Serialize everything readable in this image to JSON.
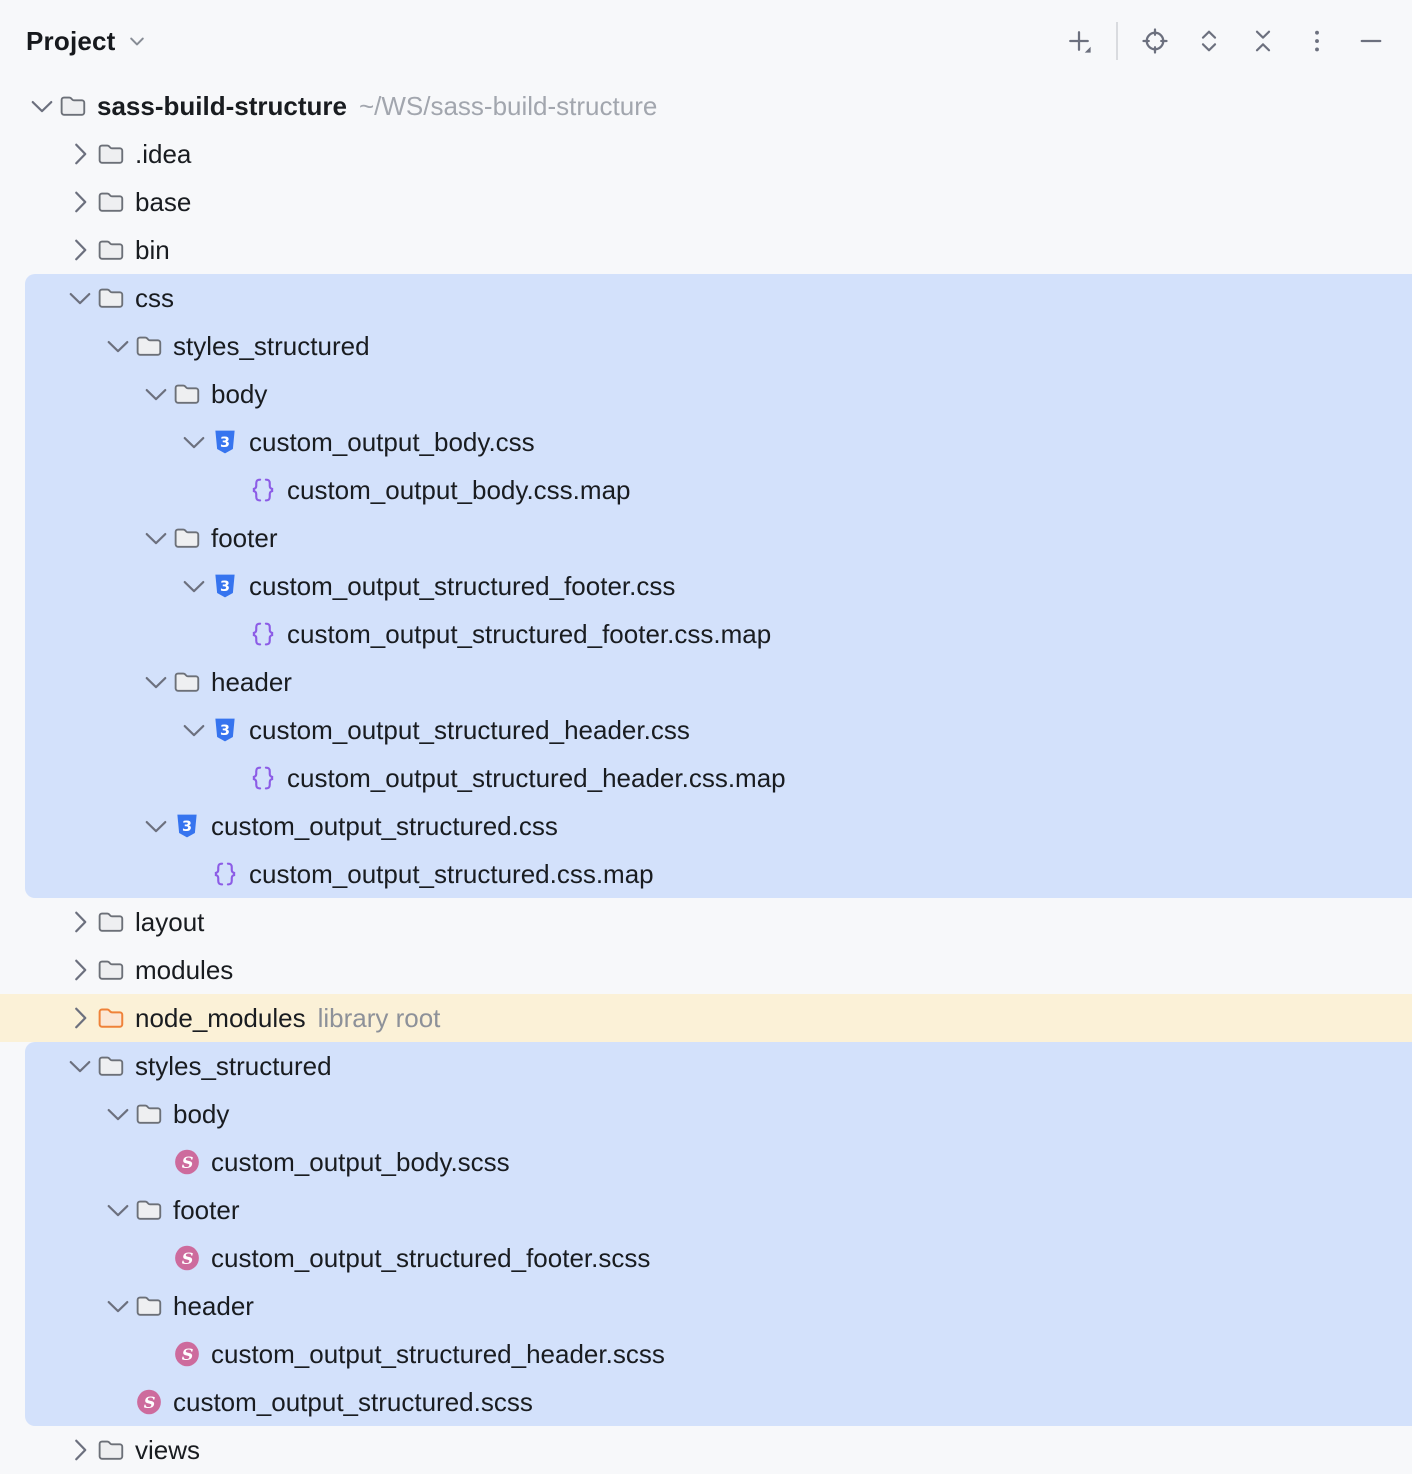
{
  "panel": {
    "title": "Project",
    "toolbar": [
      {
        "name": "add",
        "icon": "plus-dropdown-icon"
      },
      {
        "divider": true
      },
      {
        "name": "select-opened-file",
        "icon": "locate-target-icon"
      },
      {
        "name": "expand-all",
        "icon": "expand-all-icon"
      },
      {
        "name": "collapse-all",
        "icon": "collapse-all-icon"
      },
      {
        "name": "more-options",
        "icon": "kebab-menu-icon"
      },
      {
        "name": "hide-panel",
        "icon": "minus-icon"
      }
    ]
  },
  "colors": {
    "bg": "#F7F8FA",
    "row-selection": "#D3E1FB",
    "row-library": "#FBF1D7",
    "text-primary": "#191C20",
    "text-muted": "#A2A6AE",
    "text-library": "#8D9199",
    "icon-stroke": "#6C707E",
    "folder-fill": "#EEEFF1",
    "folder-stroke": "#6C7078",
    "nm-folder-fill": "#FBE7D5",
    "nm-folder-stroke": "#EF8239",
    "css-blue": "#3674EF",
    "braces-purple": "#8C5CE6",
    "sass-pink": "#CD6B9D",
    "divider": "#D9DBDF"
  },
  "tree": {
    "rows": [
      {
        "label": "sass-build-structure",
        "suffix": "~/WS/sass-build-structure",
        "level": 0,
        "icon": "folder",
        "chevron": "expanded",
        "bold": true,
        "highlight": "none"
      },
      {
        "label": ".idea",
        "level": 1,
        "icon": "folder",
        "chevron": "collapsed",
        "highlight": "none"
      },
      {
        "label": "base",
        "level": 1,
        "icon": "folder",
        "chevron": "collapsed",
        "highlight": "none"
      },
      {
        "label": "bin",
        "level": 1,
        "icon": "folder",
        "chevron": "collapsed",
        "highlight": "none"
      },
      {
        "label": "css",
        "level": 1,
        "icon": "folder",
        "chevron": "expanded",
        "highlight": "selection"
      },
      {
        "label": "styles_structured",
        "level": 2,
        "icon": "folder",
        "chevron": "expanded",
        "highlight": "selection"
      },
      {
        "label": "body",
        "level": 3,
        "icon": "folder",
        "chevron": "expanded",
        "highlight": "selection"
      },
      {
        "label": "custom_output_body.css",
        "level": 4,
        "icon": "css",
        "chevron": "expanded",
        "highlight": "selection"
      },
      {
        "label": "custom_output_body.css.map",
        "level": 5,
        "icon": "braces",
        "chevron": "none",
        "highlight": "selection"
      },
      {
        "label": "footer",
        "level": 3,
        "icon": "folder",
        "chevron": "expanded",
        "highlight": "selection"
      },
      {
        "label": "custom_output_structured_footer.css",
        "level": 4,
        "icon": "css",
        "chevron": "expanded",
        "highlight": "selection"
      },
      {
        "label": "custom_output_structured_footer.css.map",
        "level": 5,
        "icon": "braces",
        "chevron": "none",
        "highlight": "selection"
      },
      {
        "label": "header",
        "level": 3,
        "icon": "folder",
        "chevron": "expanded",
        "highlight": "selection"
      },
      {
        "label": "custom_output_structured_header.css",
        "level": 4,
        "icon": "css",
        "chevron": "expanded",
        "highlight": "selection"
      },
      {
        "label": "custom_output_structured_header.css.map",
        "level": 5,
        "icon": "braces",
        "chevron": "none",
        "highlight": "selection"
      },
      {
        "label": "custom_output_structured.css",
        "level": 3,
        "icon": "css",
        "chevron": "expanded",
        "highlight": "selection"
      },
      {
        "label": "custom_output_structured.css.map",
        "level": 4,
        "icon": "braces",
        "chevron": "none",
        "highlight": "selection"
      },
      {
        "label": "layout",
        "level": 1,
        "icon": "folder",
        "chevron": "collapsed",
        "highlight": "none"
      },
      {
        "label": "modules",
        "level": 1,
        "icon": "folder",
        "chevron": "collapsed",
        "highlight": "none"
      },
      {
        "label": "node_modules",
        "suffix": "library root",
        "level": 1,
        "icon": "folder-library",
        "chevron": "collapsed",
        "highlight": "library"
      },
      {
        "label": "styles_structured",
        "level": 1,
        "icon": "folder",
        "chevron": "expanded",
        "highlight": "selection"
      },
      {
        "label": "body",
        "level": 2,
        "icon": "folder",
        "chevron": "expanded",
        "highlight": "selection"
      },
      {
        "label": "custom_output_body.scss",
        "level": 3,
        "icon": "sass",
        "chevron": "none",
        "highlight": "selection"
      },
      {
        "label": "footer",
        "level": 2,
        "icon": "folder",
        "chevron": "expanded",
        "highlight": "selection"
      },
      {
        "label": "custom_output_structured_footer.scss",
        "level": 3,
        "icon": "sass",
        "chevron": "none",
        "highlight": "selection"
      },
      {
        "label": "header",
        "level": 2,
        "icon": "folder",
        "chevron": "expanded",
        "highlight": "selection"
      },
      {
        "label": "custom_output_structured_header.scss",
        "level": 3,
        "icon": "sass",
        "chevron": "none",
        "highlight": "selection"
      },
      {
        "label": "custom_output_structured.scss",
        "level": 2,
        "icon": "sass",
        "chevron": "none",
        "highlight": "selection"
      },
      {
        "label": "views",
        "level": 1,
        "icon": "folder",
        "chevron": "collapsed",
        "highlight": "none"
      }
    ]
  }
}
